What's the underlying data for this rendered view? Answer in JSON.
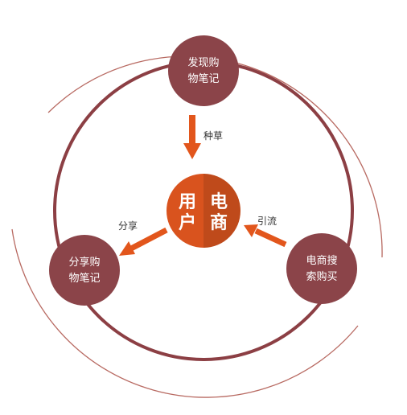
{
  "colors": {
    "ring": "#8c3f44",
    "outer_arc": "#b86a62",
    "node_fill": "#8b4449",
    "center_left": "#d9531e",
    "center_right": "#bf4a1b",
    "arrow": "#e2561c",
    "label_text": "#333333",
    "node_text": "#ffffff"
  },
  "center": {
    "left_col": [
      "用",
      "户"
    ],
    "right_col": [
      "电",
      "商"
    ]
  },
  "nodes": {
    "top": {
      "lines": [
        "发现购",
        "物笔记"
      ]
    },
    "left": {
      "lines": [
        "分享购",
        "物笔记"
      ]
    },
    "right": {
      "lines": [
        "电商搜",
        "索购买"
      ]
    }
  },
  "edges": {
    "top": {
      "label": "种草",
      "icon": "arrow-down-icon"
    },
    "left": {
      "label": "分享",
      "icon": "arrow-left-down-icon"
    },
    "right": {
      "label": "引流",
      "icon": "arrow-left-up-icon"
    }
  }
}
